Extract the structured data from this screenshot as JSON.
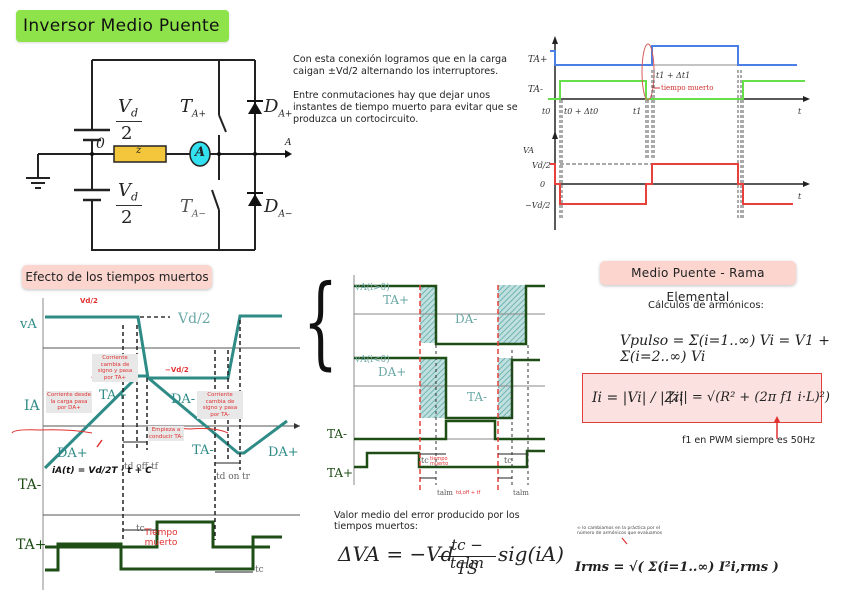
{
  "header": {
    "title": "Inversor Medio Puente"
  },
  "circuit": {
    "labels": {
      "vd_num": "V",
      "vd_sub": "d",
      "vd_den": "2",
      "node_zero": "0",
      "load": "z",
      "ammeter": "A",
      "t_aplus": "T",
      "t_aplus_sub": "A+",
      "t_aminus": "T",
      "t_aminus_sub": "A−",
      "d_aplus": "D",
      "d_aplus_sub": "A+",
      "d_aminus": "D",
      "d_aminus_sub": "A−",
      "output_node": "A"
    }
  },
  "description": {
    "p1": "Con esta conexión logramos que en la carga caigan ±Vd/2 alternando los interruptores.",
    "p2": "Entre conmutaciones hay que dejar unos instantes de tiempo muerto para evitar que se produzca un cortocircuito."
  },
  "timing_top": {
    "labels": {
      "t_aplus": "TA+",
      "t_aminus": "TA-",
      "t0": "t0",
      "t0_dt": "t0 + Δt0",
      "t1": "t1",
      "t1_dt": "t1 + Δt1",
      "t_axis": "t",
      "dead_time": "tiempo muerto",
      "va": "VA",
      "vd2": "Vd/2",
      "zero": "0",
      "neg_vd2": "−Vd/2"
    },
    "colors": {
      "ta_plus": "#4a7fe6",
      "ta_minus": "#66e04a",
      "va": "#e8403c"
    }
  },
  "section_dead_time": {
    "title": "Efecto de los tiempos muertos",
    "labels": {
      "va": "vA",
      "ia": "IA",
      "ta_minus": "TA-",
      "ta_plus": "TA+",
      "vd2": "Vd/2",
      "hand_vd2": "Vd/2",
      "hand_neg_vd2": "−Vd/2",
      "ta_plus_seg": "TA+",
      "da_minus_seg": "DA-",
      "ta_minus_seg": "TA-",
      "da_plus_seg1": "DA+",
      "da_plus_seg2": "DA+",
      "td_off": "td off",
      "tf": "tf",
      "td_on": "td on",
      "tr": "tr",
      "tc1": "tc",
      "tc2": "tc",
      "dead_time": "Tiempo muerto",
      "current_eq": "iA(t) = Vd/2T · t + C"
    },
    "notes": {
      "n1": "Corriente cambia de signo y pasa por TA+",
      "n2": "Corriente desde la carga pasa por DA+",
      "n3": "Empieza a conducir TA-",
      "n4": "Corriente cambia de signo y pasa por TA-"
    },
    "colors": {
      "wave": "#2e8b86",
      "gate": "#1e4d16",
      "note": "#e03030"
    }
  },
  "section_error": {
    "labels": {
      "va_pos": "vA(i>0)",
      "va_neg": "vA(i<0)",
      "ta_plus": "TA+",
      "da_minus": "DA-",
      "da_plus": "DA+",
      "ta_minus_seg": "TA-",
      "ta_minus": "TA-",
      "ta_plus_gate": "TA+",
      "tc1": "tc",
      "tc_note": "tiempo muerto",
      "tc2": "tc",
      "talm1": "talm",
      "talm_note": "td,off + tf",
      "talm2": "talm"
    },
    "caption": "Valor medio del error producido por los tiempos muertos:",
    "formula": {
      "lhs": "ΔVA = −Vd",
      "num": "tc − talm",
      "den": "TS",
      "rhs": "sig(iA)"
    }
  },
  "section_harmonics": {
    "title": "Medio Puente - Rama Elemental",
    "subtitle": "Cálculos de armónicos:",
    "v_pulse": "Vpulso = Σ(i=1..∞) Vi = V1 + Σ(i=2..∞) Vi",
    "current": "Ii = |Vi| / |Zi|",
    "impedance": "|zi| = √(R² + (2π f1 i·L)²)",
    "f1_note": "f1 en PWM siempre es 50Hz",
    "rms_note": "∞ lo cambiamos en la práctica por el número de armónicos que evaluamos",
    "rms": "Irms = √( Σ(i=1..∞) I²i,rms )"
  }
}
